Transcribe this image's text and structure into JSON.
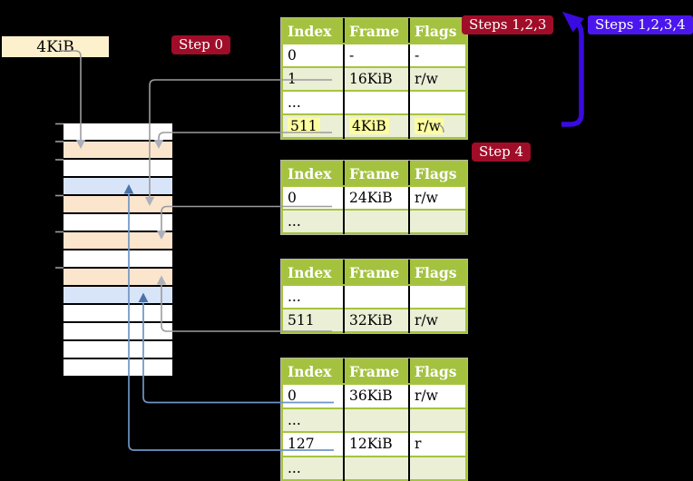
{
  "page_size_label": {
    "text": "4KiB",
    "bg": "#fdf0cd"
  },
  "badges": {
    "step0": {
      "text": "Step 0",
      "bg": "#a00d28"
    },
    "steps123": {
      "text": "Steps 1,2,3",
      "bg": "#a00d28"
    },
    "steps1234": {
      "text": "Steps 1,2,3,4",
      "bg": "#4b16ee"
    },
    "step4": {
      "text": "Step 4",
      "bg": "#a00d28"
    }
  },
  "memory": {
    "rows": [
      "white",
      "peach",
      "white",
      "blue",
      "peach",
      "white",
      "peach",
      "white",
      "peach",
      "blue",
      "white",
      "white",
      "white",
      "white"
    ],
    "colors": {
      "white": "#ffffff",
      "peach": "#fce5cd",
      "blue": "#d8e4f8"
    }
  },
  "tables": [
    {
      "headers": [
        "Index",
        "Frame",
        "Flags"
      ],
      "rows": [
        {
          "cells": [
            "0",
            "-",
            "-"
          ],
          "shaded": false,
          "highlight": false
        },
        {
          "cells": [
            "1",
            "16KiB",
            "r/w"
          ],
          "shaded": true,
          "highlight": false
        },
        {
          "cells": [
            "...",
            "",
            ""
          ],
          "shaded": false,
          "highlight": false
        },
        {
          "cells": [
            "511",
            "4KiB",
            "r/w"
          ],
          "shaded": true,
          "highlight": true
        }
      ]
    },
    {
      "headers": [
        "Index",
        "Frame",
        "Flags"
      ],
      "rows": [
        {
          "cells": [
            "0",
            "24KiB",
            "r/w"
          ],
          "shaded": false,
          "highlight": false
        },
        {
          "cells": [
            "...",
            "",
            ""
          ],
          "shaded": true,
          "highlight": false
        }
      ]
    },
    {
      "headers": [
        "Index",
        "Frame",
        "Flags"
      ],
      "rows": [
        {
          "cells": [
            "...",
            "",
            ""
          ],
          "shaded": false,
          "highlight": false
        },
        {
          "cells": [
            "511",
            "32KiB",
            "r/w"
          ],
          "shaded": true,
          "highlight": false
        }
      ]
    },
    {
      "headers": [
        "Index",
        "Frame",
        "Flags"
      ],
      "rows": [
        {
          "cells": [
            "0",
            "36KiB",
            "r/w"
          ],
          "shaded": false,
          "highlight": false
        },
        {
          "cells": [
            "...",
            "",
            ""
          ],
          "shaded": true,
          "highlight": false
        },
        {
          "cells": [
            "127",
            "12KiB",
            "r"
          ],
          "shaded": false,
          "highlight": false
        },
        {
          "cells": [
            "...",
            "",
            ""
          ],
          "shaded": true,
          "highlight": false
        }
      ]
    }
  ],
  "table_style": {
    "header_bg": "#a4c23f",
    "shaded_row_bg": "#eaefd6",
    "highlight_bg": "#fdfd9f",
    "border_green": "#a6c43e"
  },
  "wire_colors": {
    "gray": "#9c9c9c",
    "gray_head": "#abb1bd",
    "blue": "#6f94c6",
    "blue_head": "#4a72ac",
    "big_arrow": "#3a0be0"
  }
}
